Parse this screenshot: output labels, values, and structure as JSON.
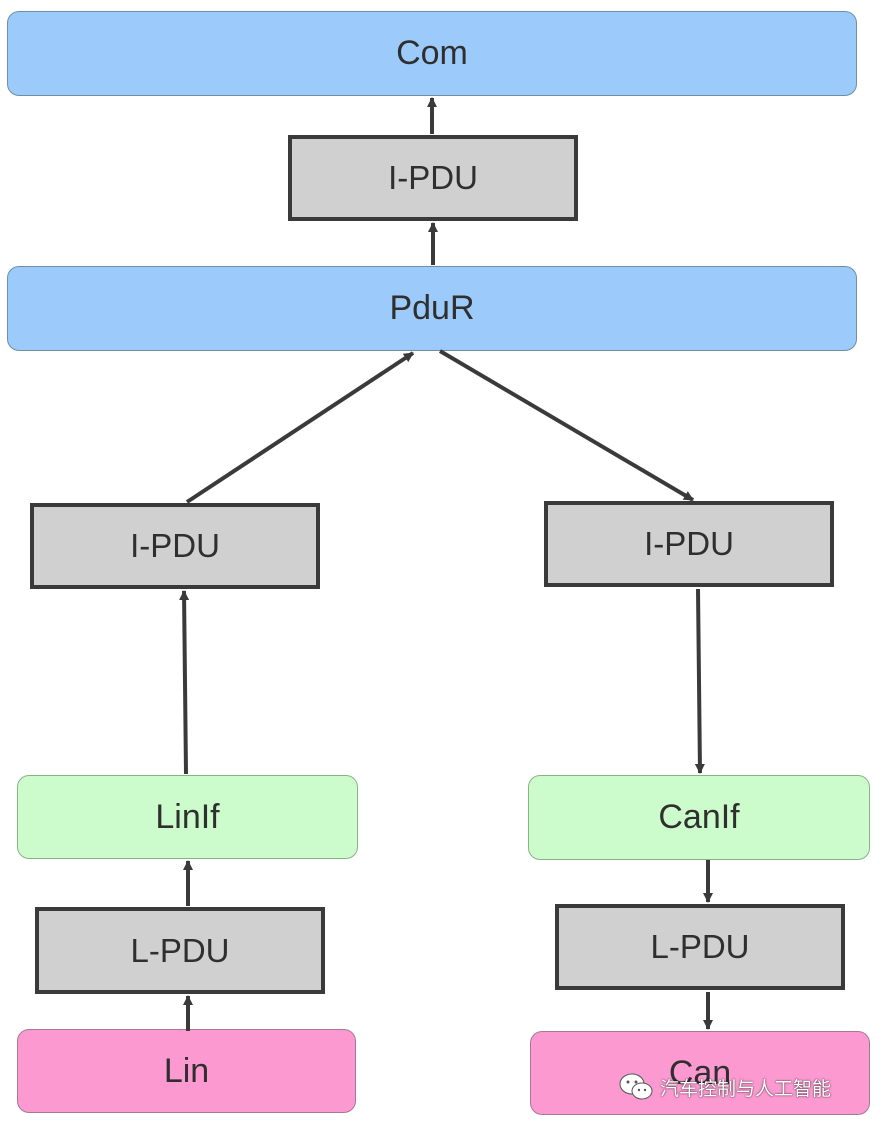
{
  "nodes": {
    "com": "Com",
    "ipdu_top": "I-PDU",
    "pdur": "PduR",
    "ipdu_left": "I-PDU",
    "ipdu_right": "I-PDU",
    "linif": "LinIf",
    "canif": "CanIf",
    "lpdu_left": "L-PDU",
    "lpdu_right": "L-PDU",
    "lin": "Lin",
    "can": "Can"
  },
  "watermark": {
    "text": "汽车控制与人工智能",
    "icon": "wechat-icon"
  },
  "colors": {
    "layer": "#9ccbfb",
    "pdu": "#d0d0d0",
    "interface": "#ccfccc",
    "bus": "#fb99d0",
    "arrow": "#3a3a3a"
  }
}
